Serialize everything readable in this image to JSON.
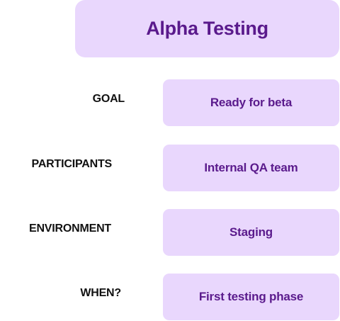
{
  "title": "Alpha Testing",
  "rows": [
    {
      "label": "GOAL",
      "value": "Ready for beta"
    },
    {
      "label": "PARTICIPANTS",
      "value": "Internal QA team"
    },
    {
      "label": "ENVIRONMENT",
      "value": "Staging"
    },
    {
      "label": "WHEN?",
      "value": "First testing phase"
    }
  ],
  "colors": {
    "box_fill": "#e9d7fd",
    "box_text": "#5a1a8c",
    "label_text": "#111111"
  }
}
